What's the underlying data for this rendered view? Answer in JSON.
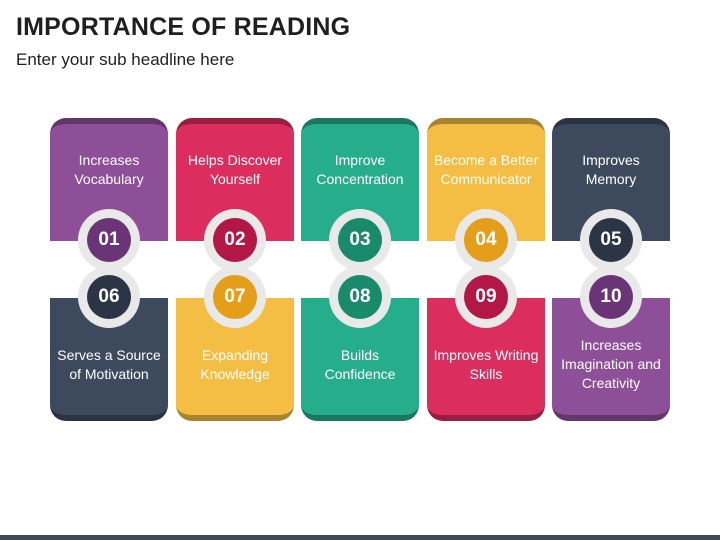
{
  "title": "IMPORTANCE OF READING",
  "subtitle": "Enter your sub headline here",
  "colors": {
    "purple": "#8d4f97",
    "pink": "#dc2d5f",
    "teal": "#26ad8c",
    "yellow": "#f3be43",
    "navy": "#3d4a5e",
    "badge_purple": "#6a3576",
    "badge_pink": "#b31746",
    "badge_teal": "#1a8a6d",
    "badge_yellow": "#e49e1a",
    "badge_navy": "#2b3546"
  },
  "items": [
    {
      "number": "01",
      "label": "Increases Vocabulary"
    },
    {
      "number": "02",
      "label": "Helps Discover Yourself"
    },
    {
      "number": "03",
      "label": "Improve Concentration"
    },
    {
      "number": "04",
      "label": "Become a Better Communicator"
    },
    {
      "number": "05",
      "label": "Improves Memory"
    },
    {
      "number": "06",
      "label": "Serves a Source of Motivation"
    },
    {
      "number": "07",
      "label": "Expanding Knowledge"
    },
    {
      "number": "08",
      "label": "Builds Confidence"
    },
    {
      "number": "09",
      "label": "Improves Writing Skills"
    },
    {
      "number": "10",
      "label": "Increases Imagination and Creativity"
    }
  ]
}
